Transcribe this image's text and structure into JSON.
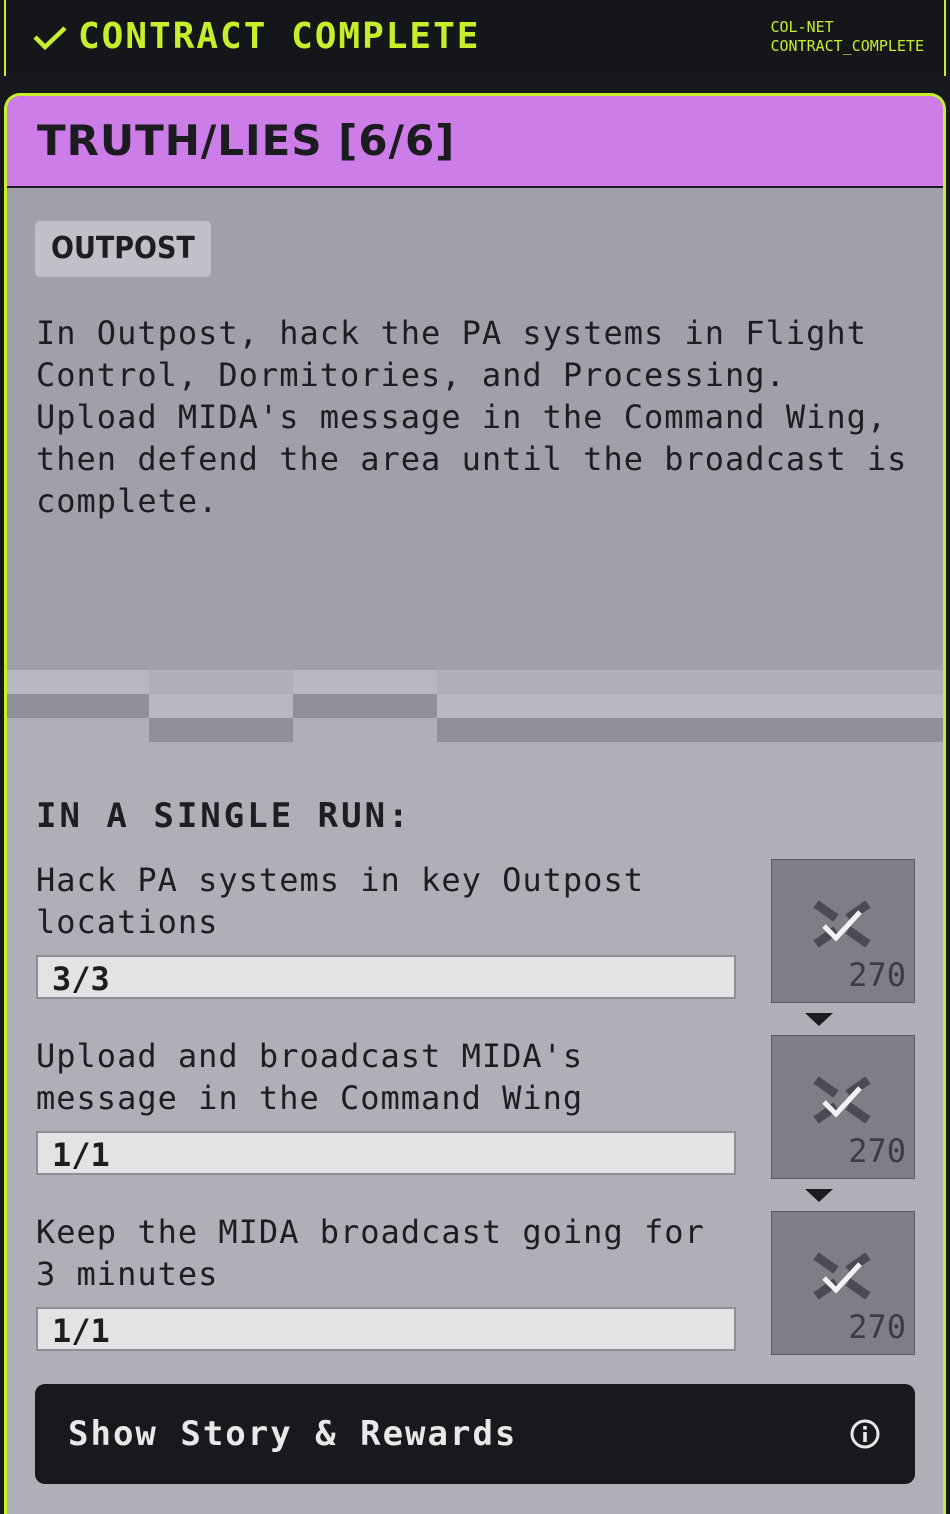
{
  "header": {
    "status": "CONTRACT COMPLETE",
    "net_line1": "COL-NET",
    "net_line2": "CONTRACT_COMPLETE",
    "accent_color": "#c6ee2a"
  },
  "contract": {
    "title": "TRUTH/LIES [6/6]",
    "location_tag": "OUTPOST",
    "description": "In Outpost, hack the PA systems in Flight Control, Dormitories, and Processing. Upload MIDA's message in the Command Wing, then defend the area until the broadcast is complete.",
    "title_band_color": "#cc7de8"
  },
  "objectives_header": "IN A SINGLE RUN:",
  "objectives": [
    {
      "text": "Hack PA systems in key Outpost locations",
      "progress": "3/3",
      "reward": "270",
      "reward_icon": "completed-check-icon"
    },
    {
      "text": "Upload and broadcast MIDA's message in the Command Wing",
      "progress": "1/1",
      "reward": "270",
      "reward_icon": "completed-check-icon"
    },
    {
      "text": "Keep the MIDA broadcast going for 3 minutes",
      "progress": "1/1",
      "reward": "270",
      "reward_icon": "completed-check-icon"
    }
  ],
  "actions": {
    "story_rewards_label": "Show Story & Rewards",
    "info_icon": "info-icon"
  }
}
